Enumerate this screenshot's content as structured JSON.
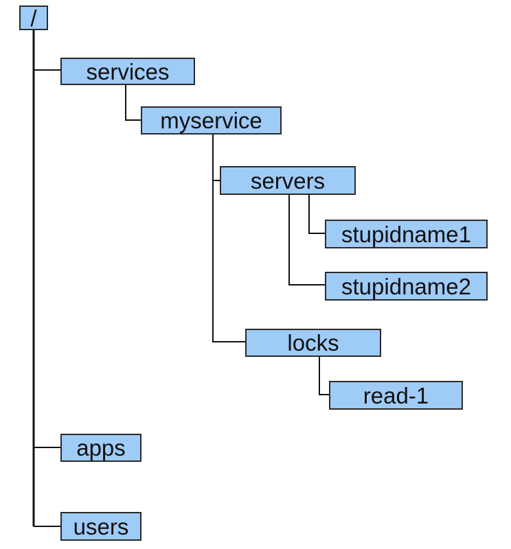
{
  "colors": {
    "node_fill": "#9fcbf7",
    "line": "#111111"
  },
  "nodes": {
    "root": "/",
    "services": "services",
    "myservice": "myservice",
    "servers": "servers",
    "stupidname1": "stupidname1",
    "stupidname2": "stupidname2",
    "locks": "locks",
    "read1": "read-1",
    "apps": "apps",
    "users": "users"
  },
  "edges": [
    [
      "root",
      "services"
    ],
    [
      "services",
      "myservice"
    ],
    [
      "myservice",
      "servers"
    ],
    [
      "servers",
      "stupidname1"
    ],
    [
      "servers",
      "stupidname2"
    ],
    [
      "myservice",
      "locks"
    ],
    [
      "locks",
      "read1"
    ],
    [
      "root",
      "apps"
    ],
    [
      "root",
      "users"
    ]
  ]
}
